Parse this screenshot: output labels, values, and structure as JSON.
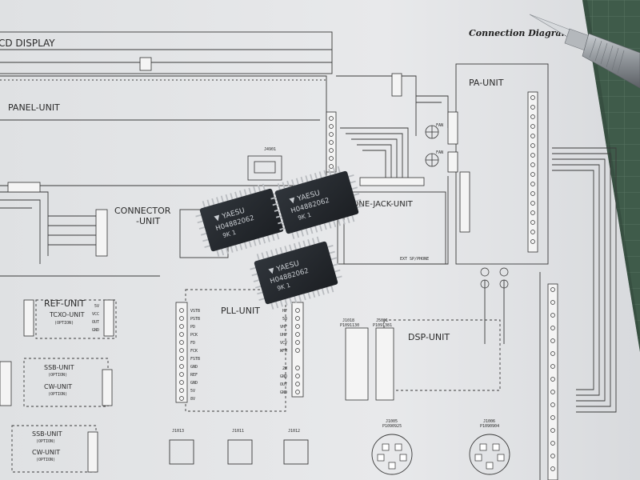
{
  "sheet": {
    "title": "Connection Diagram",
    "units": {
      "lcd": "CD DISPLAY",
      "panel": "PANEL-UNIT",
      "pa": "PA-UNIT",
      "connector_top": "CONNECTOR",
      "connector_bottom": "-UNIT",
      "phone_jack": "HONE-JACK-UNIT",
      "pll": "PLL-UNIT",
      "ref": "REF-UNIT",
      "tcxo": "TCXO-UNIT",
      "ssb": "SSB-UNIT",
      "cw": "CW-UNIT",
      "ssb2": "SSB-UNIT",
      "cw2": "CW-UNIT",
      "dsp": "DSP-UNIT"
    },
    "option_label": "(OPTION)",
    "refs": {
      "j1018": "J1018",
      "j5001": "J5001",
      "j1005": "J1005",
      "j1006": "J1006",
      "j1013": "J1013",
      "j1011": "J1011",
      "j1012": "J1012",
      "j4901": "J4901",
      "p1091381": "P1091381",
      "p1091130": "P1091130",
      "p1090925": "P1090925",
      "p1090904": "P1090904",
      "ext_sp": "EXT SP/PHONE",
      "fan": "FAN"
    },
    "pll_pins_left": [
      "VSTB",
      "PSTB",
      "PD",
      "PCK",
      "FD",
      "FCK",
      "FSTB",
      "GND",
      "REF",
      "GND",
      "5V",
      "8V"
    ],
    "pll_pins_right": [
      "HF",
      "50",
      "VHF",
      "UHF",
      "VCV",
      "WFM",
      "2M",
      "GND",
      "OUT",
      "GND"
    ],
    "ref_pins": [
      "5V",
      "VCC",
      "OUT",
      "GND"
    ]
  },
  "chips": [
    {
      "brand": "YAESU",
      "part": "H04882062",
      "lot": "9K  1"
    },
    {
      "brand": "YAESU",
      "part": "H04882062",
      "lot": "9K  1"
    },
    {
      "brand": "YAESU",
      "part": "H04882062",
      "lot": "9K  1"
    }
  ],
  "colors": {
    "mat": "#3f5b4a",
    "paper": "#e6e7e9",
    "ink": "#2a2a2a",
    "chip_body": "#262a2f",
    "chip_pins": "#b9bcc0",
    "knife_handle": "#9ea3a8"
  },
  "icons": [
    "yaesu-logo-icon",
    "craft-knife-icon",
    "din-connector-icon",
    "rj-jack-icon"
  ]
}
